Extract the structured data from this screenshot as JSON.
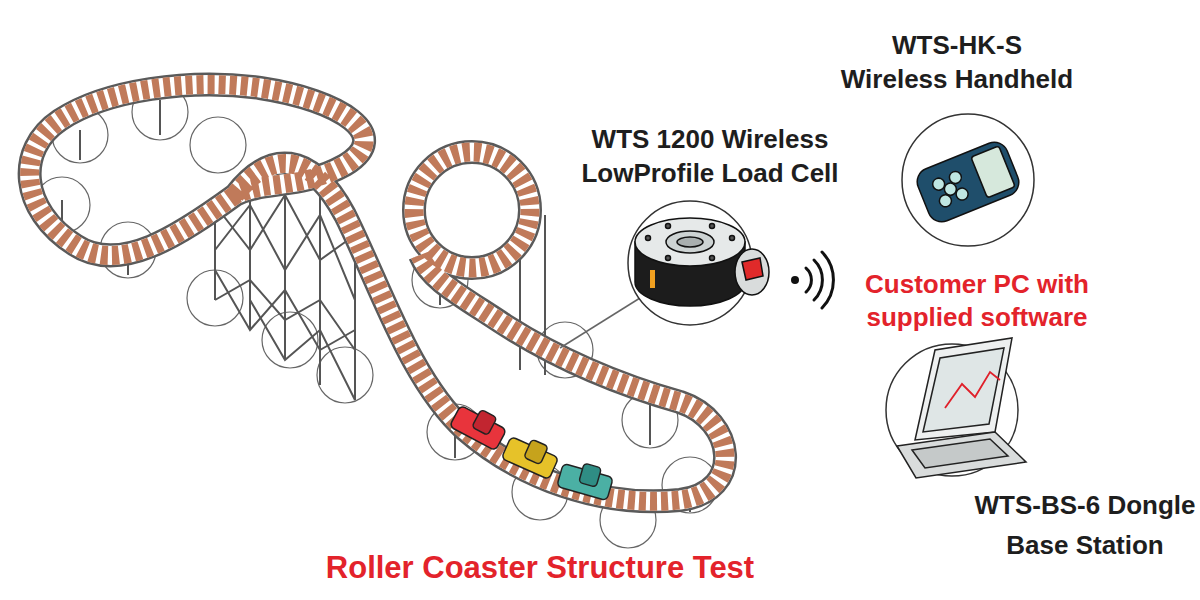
{
  "diagram": {
    "title": "Roller Coaster Structure Test",
    "nodes": [
      {
        "text": [
          "WTS 1200 Wireless LowProfile Load Cell"
        ]
      },
      {
        "text": [
          "WTS-HK-S Wireless Handheld"
        ]
      },
      {
        "text": [
          "WTS-BS-6 Dongle Base Station"
        ]
      }
    ],
    "labels": [
      "Customer PC with supplied software"
    ]
  }
}
